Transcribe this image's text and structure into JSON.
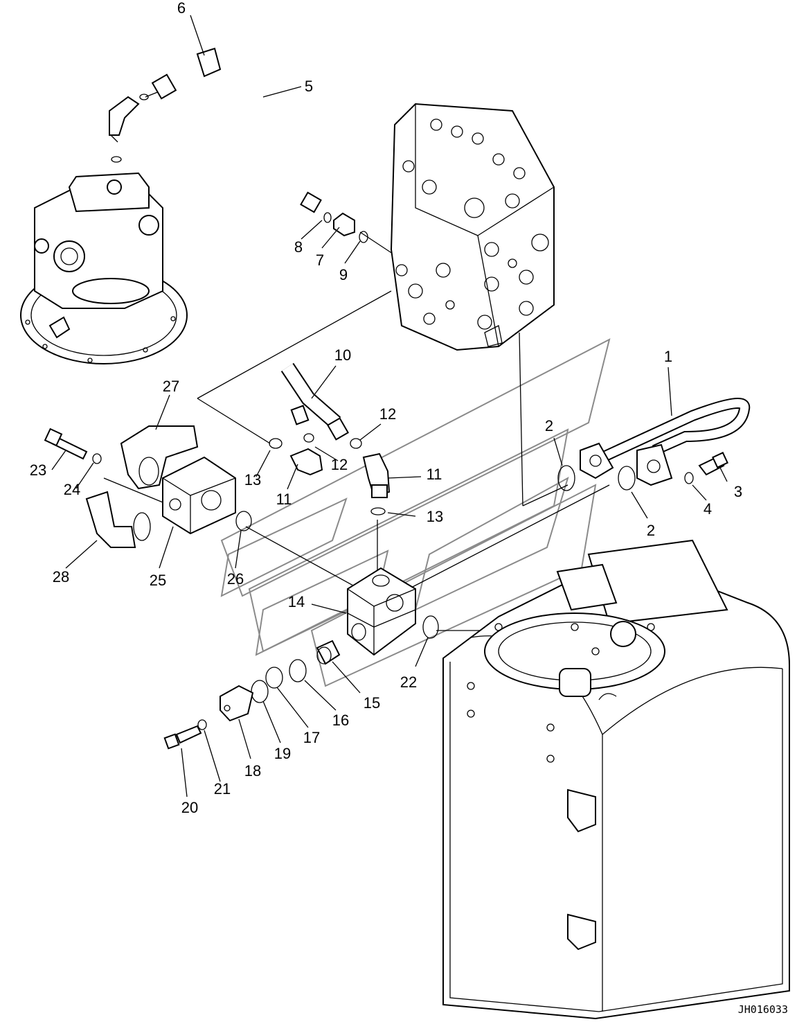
{
  "drawing_code": "JH016033",
  "callouts": [
    {
      "id": "c1",
      "text": "1"
    },
    {
      "id": "c2a",
      "text": "2"
    },
    {
      "id": "c2b",
      "text": "2"
    },
    {
      "id": "c3",
      "text": "3"
    },
    {
      "id": "c4",
      "text": "4"
    },
    {
      "id": "c5",
      "text": "5"
    },
    {
      "id": "c6",
      "text": "6"
    },
    {
      "id": "c7",
      "text": "7"
    },
    {
      "id": "c8",
      "text": "8"
    },
    {
      "id": "c9",
      "text": "9"
    },
    {
      "id": "c10",
      "text": "10"
    },
    {
      "id": "c11a",
      "text": "11"
    },
    {
      "id": "c11b",
      "text": "11"
    },
    {
      "id": "c12a",
      "text": "12"
    },
    {
      "id": "c12b",
      "text": "12"
    },
    {
      "id": "c13a",
      "text": "13"
    },
    {
      "id": "c13b",
      "text": "13"
    },
    {
      "id": "c14",
      "text": "14"
    },
    {
      "id": "c15",
      "text": "15"
    },
    {
      "id": "c16",
      "text": "16"
    },
    {
      "id": "c17",
      "text": "17"
    },
    {
      "id": "c18",
      "text": "18"
    },
    {
      "id": "c19",
      "text": "19"
    },
    {
      "id": "c20",
      "text": "20"
    },
    {
      "id": "c21",
      "text": "21"
    },
    {
      "id": "c22",
      "text": "22"
    },
    {
      "id": "c23",
      "text": "23"
    },
    {
      "id": "c24",
      "text": "24"
    },
    {
      "id": "c25",
      "text": "25"
    },
    {
      "id": "c26",
      "text": "26"
    },
    {
      "id": "c27",
      "text": "27"
    },
    {
      "id": "c28",
      "text": "28"
    }
  ]
}
